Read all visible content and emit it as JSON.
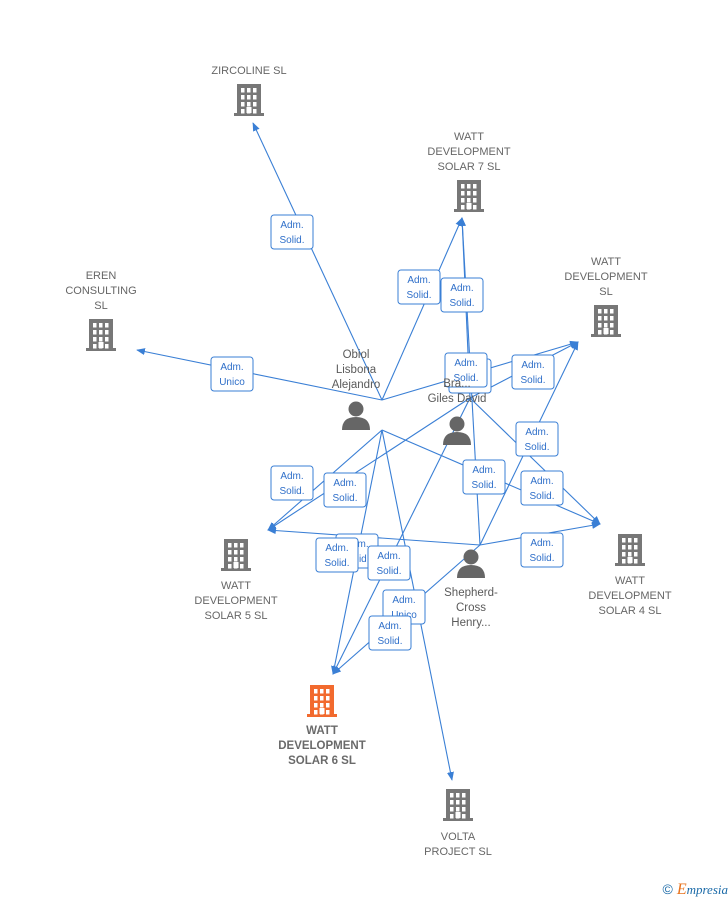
{
  "colors": {
    "edge": "#3a7fd5",
    "company": "#777777",
    "focus": "#f26a2e",
    "person": "#666666"
  },
  "companies": [
    {
      "id": "zircoline",
      "lines": [
        "ZIRCOLINE  SL"
      ],
      "focus": false
    },
    {
      "id": "wds7",
      "lines": [
        "WATT",
        "DEVELOPMENT",
        "SOLAR 7  SL"
      ],
      "focus": false
    },
    {
      "id": "eren",
      "lines": [
        "EREN",
        "CONSULTING",
        "SL"
      ],
      "focus": false
    },
    {
      "id": "wd",
      "lines": [
        "WATT",
        "DEVELOPMENT",
        "SL"
      ],
      "focus": false
    },
    {
      "id": "wds5",
      "lines": [
        "WATT",
        "DEVELOPMENT",
        "SOLAR 5  SL"
      ],
      "focus": false
    },
    {
      "id": "wds4",
      "lines": [
        "WATT",
        "DEVELOPMENT",
        "SOLAR 4  SL"
      ],
      "focus": false
    },
    {
      "id": "wds6",
      "lines": [
        "WATT",
        "DEVELOPMENT",
        "SOLAR 6  SL"
      ],
      "focus": true
    },
    {
      "id": "volta",
      "lines": [
        "VOLTA",
        "PROJECT  SL"
      ],
      "focus": false
    }
  ],
  "persons": [
    {
      "id": "obiol",
      "lines": [
        "Obiol",
        "Lisbona",
        "Alejandro"
      ]
    },
    {
      "id": "bra",
      "lines": [
        "Bra...",
        "Giles David"
      ]
    },
    {
      "id": "shepherd",
      "lines": [
        "Shepherd-",
        "Cross",
        "Henry..."
      ]
    }
  ],
  "edges": [
    {
      "from": "obiol",
      "to": "zircoline",
      "label": [
        "Adm.",
        "Solid."
      ]
    },
    {
      "from": "obiol",
      "to": "eren",
      "label": [
        "Adm.",
        "Unico"
      ]
    },
    {
      "from": "obiol",
      "to": "wds7",
      "label": [
        "Adm.",
        "Solid."
      ]
    },
    {
      "from": "obiol",
      "to": "wd",
      "label": [
        "Adm.",
        "Solid."
      ]
    },
    {
      "from": "obiol",
      "to": "wds5",
      "label": [
        "Adm.",
        "Solid."
      ]
    },
    {
      "from": "obiol",
      "to": "wds6",
      "label": [
        "Adm.",
        "Solid."
      ]
    },
    {
      "from": "obiol",
      "to": "wds4",
      "label": [
        "Adm.",
        "Solid."
      ]
    },
    {
      "from": "obiol",
      "to": "volta",
      "label": [
        "Adm.",
        "Unico"
      ]
    },
    {
      "from": "bra",
      "to": "wds7",
      "label": [
        "Adm.",
        "Solid."
      ]
    },
    {
      "from": "bra",
      "to": "wd",
      "label": [
        "Adm.",
        "Solid."
      ]
    },
    {
      "from": "bra",
      "to": "wds5",
      "label": [
        "Adm.",
        "Solid."
      ]
    },
    {
      "from": "bra",
      "to": "wds6",
      "label": [
        "Adm.",
        "Solid."
      ]
    },
    {
      "from": "bra",
      "to": "wds4",
      "label": [
        "Adm.",
        "Solid."
      ]
    },
    {
      "from": "shepherd",
      "to": "wds7",
      "label": [
        "Adm.",
        "Solid."
      ]
    },
    {
      "from": "shepherd",
      "to": "wd",
      "label": [
        "Adm.",
        "Solid."
      ]
    },
    {
      "from": "shepherd",
      "to": "wds5",
      "label": [
        "Adm.",
        "Solid."
      ]
    },
    {
      "from": "shepherd",
      "to": "wds6",
      "label": [
        "Adm.",
        "Solid."
      ]
    },
    {
      "from": "shepherd",
      "to": "wds4",
      "label": [
        "Adm.",
        "Solid."
      ]
    }
  ],
  "copyright": {
    "symbol": "©",
    "brand_initial": "E",
    "brand_rest": "mpresia"
  }
}
